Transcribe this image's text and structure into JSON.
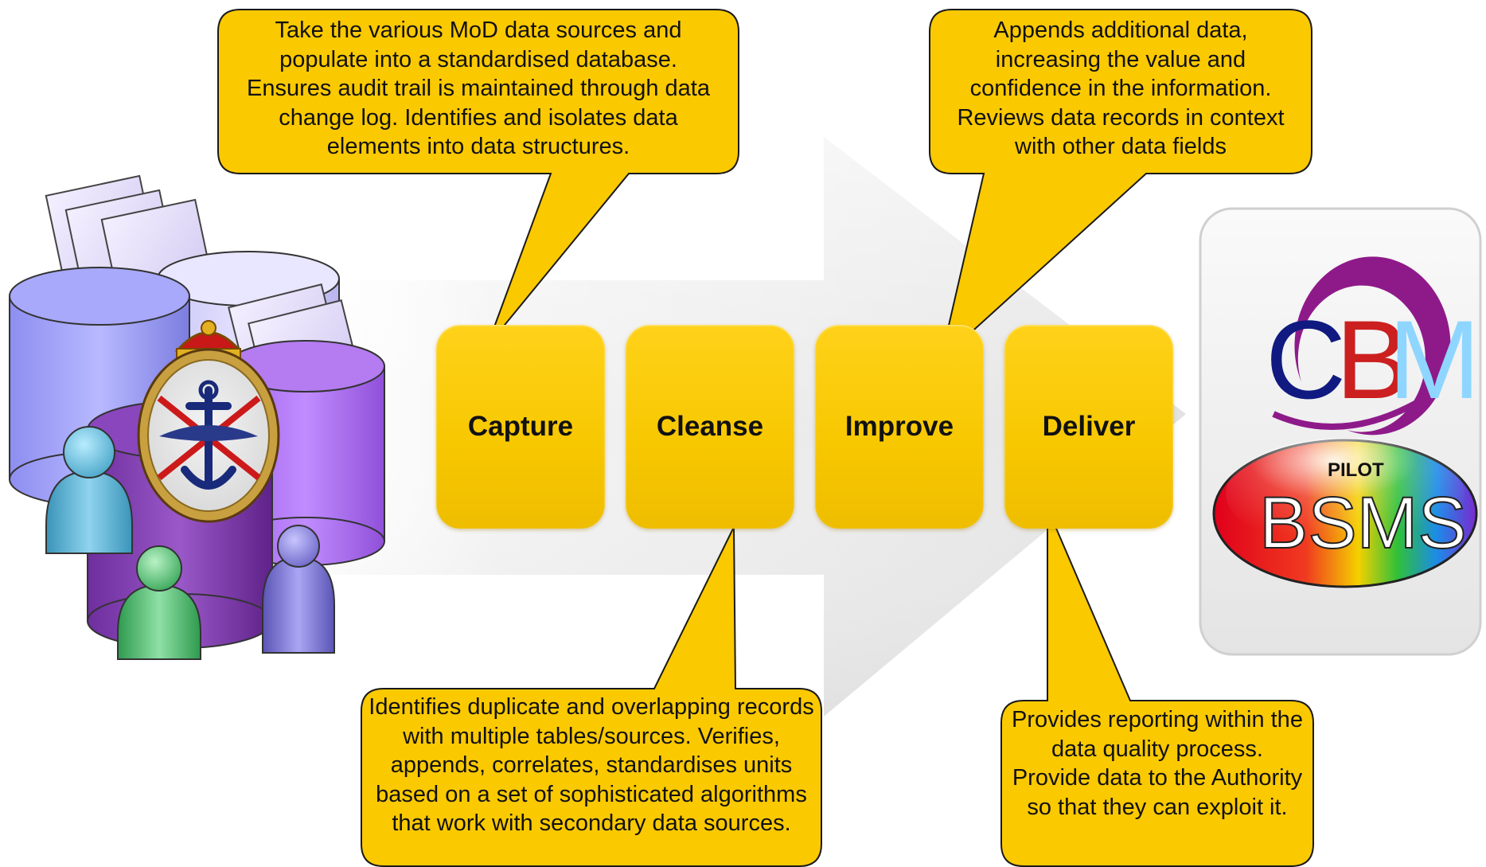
{
  "stages": [
    {
      "label": "Capture"
    },
    {
      "label": "Cleanse"
    },
    {
      "label": "Improve"
    },
    {
      "label": "Deliver"
    }
  ],
  "callouts": {
    "capture": "Take the various MoD data sources and populate into a standardised database. Ensures audit trail is maintained through data change log. Identifies and isolates data elements into data structures.",
    "improve": "Appends additional data, increasing the value and confidence in the information. Reviews data records in context with other data fields",
    "cleanse": "Identifies duplicate and overlapping records with multiple tables/sources. Verifies, appends, correlates, standardises units based on a set of sophisticated algorithms that work with secondary data sources.",
    "deliver": "Provides reporting within the data quality process. Provide data to the Authority so that they can exploit it."
  },
  "logos": {
    "cbm_c": "C",
    "cbm_b": "B",
    "cbm_m": "M",
    "bsms_pilot": "PILOT",
    "bsms": "BSMS"
  },
  "colors": {
    "stage_fill": "#f7c700",
    "callout_fill": "#fbc900",
    "callout_stroke": "#1a1a1a",
    "arrow_fill": "#ececec",
    "cbm_c": "#8e1a8a",
    "cbm_b": "#cc1f1f",
    "cbm_m": "#8ed6ff"
  }
}
